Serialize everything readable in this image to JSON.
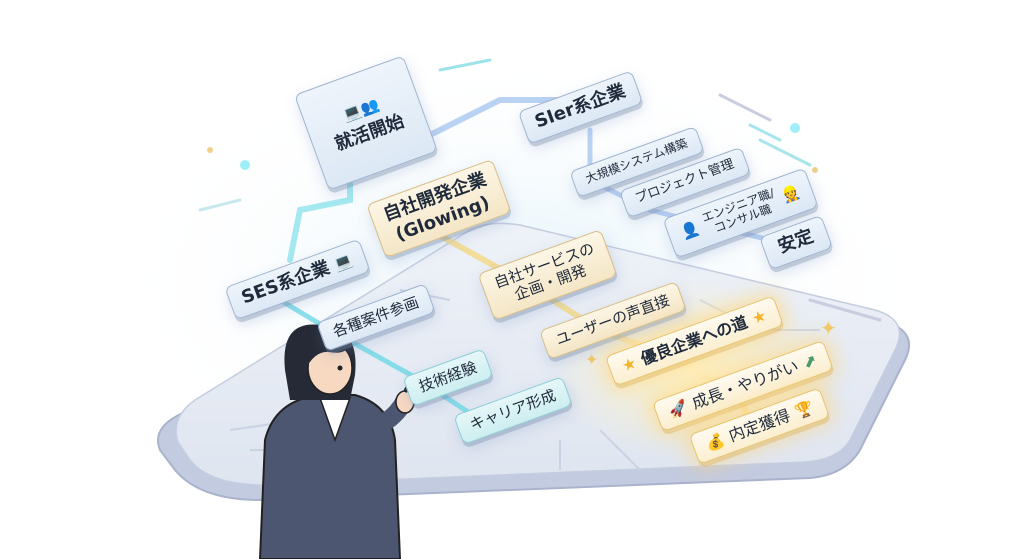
{
  "nodes": {
    "start": "就活開始",
    "sier": "SIer系企業",
    "sier_large": "大規模システム構築",
    "sier_pm": "プロジェクト管理",
    "sier_role_1": "エンジニア職/",
    "sier_role_2": "コンサル職",
    "stable": "安定",
    "inhouse_1": "自社開発企業",
    "inhouse_2": "(Glowing)",
    "ses": "SES系企業",
    "ses_projects": "各種案件参画",
    "ses_tech": "技術経験",
    "ses_career": "キャリア形成",
    "inhouse_plan_1": "自社サービスの",
    "inhouse_plan_2": "企画・開発",
    "inhouse_user": "ユーザーの声直接",
    "good_path": "優良企業への道",
    "growth": "成長・やりがい",
    "offer": "内定獲得"
  },
  "colors": {
    "blue_path": "#9cc2ee",
    "gold_path": "#f3d98a",
    "teal_path": "#6fd8e6"
  }
}
